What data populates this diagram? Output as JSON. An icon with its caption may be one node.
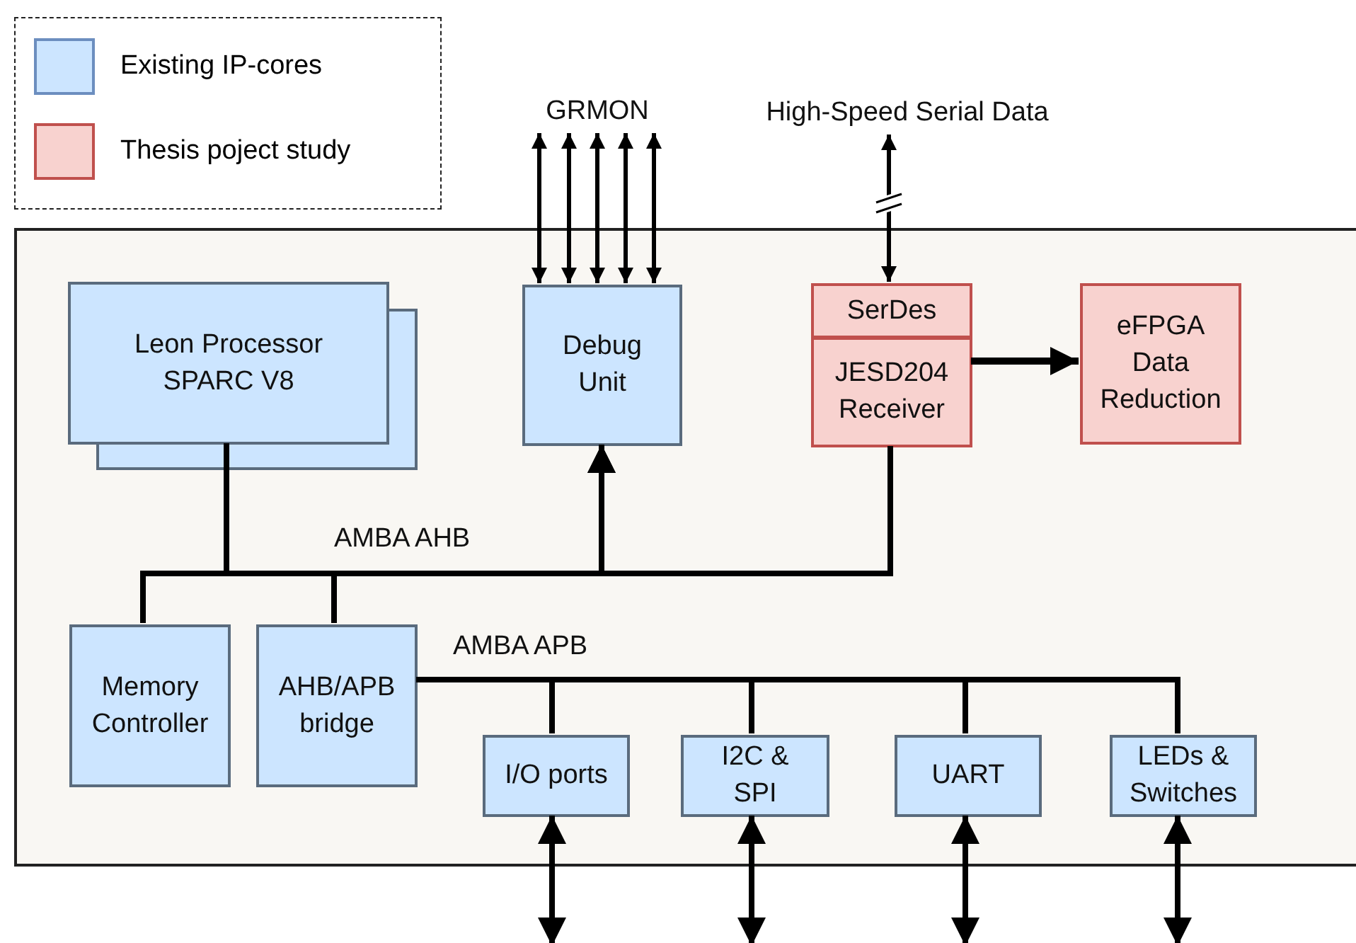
{
  "diagram": {
    "nodes": [
      {
        "text": [],
        "shape": "box"
      },
      {
        "text": [
          "Leon Processor SPARC V8"
        ],
        "in": 0
      },
      {
        "text": [
          "Debug Unit"
        ],
        "in": 0
      },
      {
        "text": [
          "SerDes"
        ],
        "in": 0
      },
      {
        "text": [
          "JESD204 Receiver"
        ],
        "in": 0
      },
      {
        "text": [
          "eFPGA Data Reduction"
        ],
        "in": 0
      },
      {
        "text": [
          "Memory Controller"
        ],
        "in": 0
      },
      {
        "text": [
          "AHB/APB bridge"
        ],
        "in": 0
      },
      {
        "text": [
          "I/O ports"
        ],
        "in": 0
      },
      {
        "text": [
          "I2C & SPI"
        ],
        "in": 0
      },
      {
        "text": [
          "UART"
        ],
        "in": 0
      },
      {
        "text": [
          "LEDs & Switches"
        ],
        "in": 0
      },
      {
        "text": [
          "GRMON"
        ]
      },
      {
        "text": [
          "High-Speed Serial Data"
        ]
      }
    ],
    "edges": [
      {
        "from": 1,
        "to": 6,
        "arrow": "none"
      },
      {
        "from": 1,
        "to": 7,
        "arrow": "none"
      },
      {
        "from": 1,
        "to": 2,
        "arrow": "to"
      },
      {
        "from": 4,
        "to": 2,
        "arrow": "to"
      },
      {
        "from": 4,
        "to": 5,
        "arrow": "to"
      },
      {
        "from": 2,
        "to": 12,
        "arrow": "both"
      },
      {
        "from": 2,
        "to": 12,
        "arrow": "both"
      },
      {
        "from": 2,
        "to": 12,
        "arrow": "both"
      },
      {
        "from": 2,
        "to": 12,
        "arrow": "both"
      },
      {
        "from": 2,
        "to": 12,
        "arrow": "both"
      },
      {
        "from": 13,
        "to": 3,
        "arrow": "both"
      },
      {
        "from": 7,
        "to": 8,
        "arrow": "none"
      },
      {
        "from": 7,
        "to": 9,
        "arrow": "none"
      },
      {
        "from": 7,
        "to": 10,
        "arrow": "none"
      },
      {
        "from": 7,
        "to": 11,
        "arrow": "none"
      },
      {
        "from": 8,
        "to": null,
        "arrow": "both"
      },
      {
        "from": 9,
        "to": null,
        "arrow": "both"
      },
      {
        "from": 10,
        "to": null,
        "arrow": "both"
      },
      {
        "from": 11,
        "to": null,
        "arrow": "both"
      }
    ],
    "labels": [
      "AMBA AHB",
      "AMBA APB"
    ],
    "legend": [
      {
        "text": "Existing IP-cores",
        "color": "#cce5ff"
      },
      {
        "text": "Thesis poject study",
        "color": "#f8d2cf"
      }
    ]
  }
}
